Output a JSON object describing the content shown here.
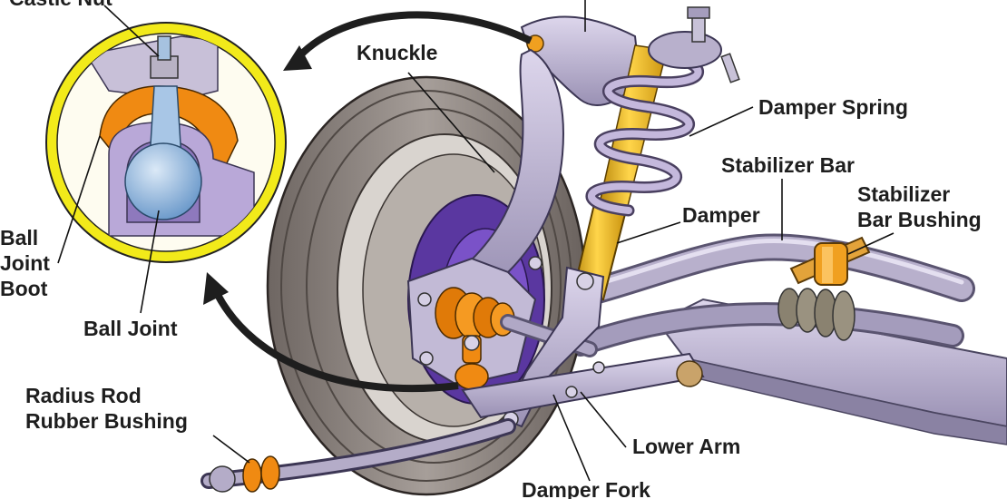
{
  "labels": {
    "castle_nut": "Castle Nut",
    "knuckle": "Knuckle",
    "damper_spring": "Damper Spring",
    "stabilizer_bar": "Stabilizer Bar",
    "stabilizer_bar_bushing_1": "Stabilizer",
    "stabilizer_bar_bushing_2": "Bar Bushing",
    "damper": "Damper",
    "ball_joint_boot_1": "Ball",
    "ball_joint_boot_2": "Joint",
    "ball_joint_boot_3": "Boot",
    "ball_joint": "Ball Joint",
    "radius_rod_bushing_1": "Radius Rod",
    "radius_rod_bushing_2": "Rubber Bushing",
    "lower_arm": "Lower Arm",
    "damper_fork": "Damper Fork"
  },
  "colors": {
    "tire": "#8c8480",
    "tire_dark": "#5e5652",
    "metal": "#c4bcd6",
    "metal_dark": "#8f86a8",
    "spring": "#b7a8cc",
    "damper_gold": "#e8b21a",
    "boot_orange": "#f08a12",
    "hub_purple": "#6b3fb0",
    "inset_ring": "#f2ea1a",
    "ball_blue": "#8fb8e0"
  }
}
